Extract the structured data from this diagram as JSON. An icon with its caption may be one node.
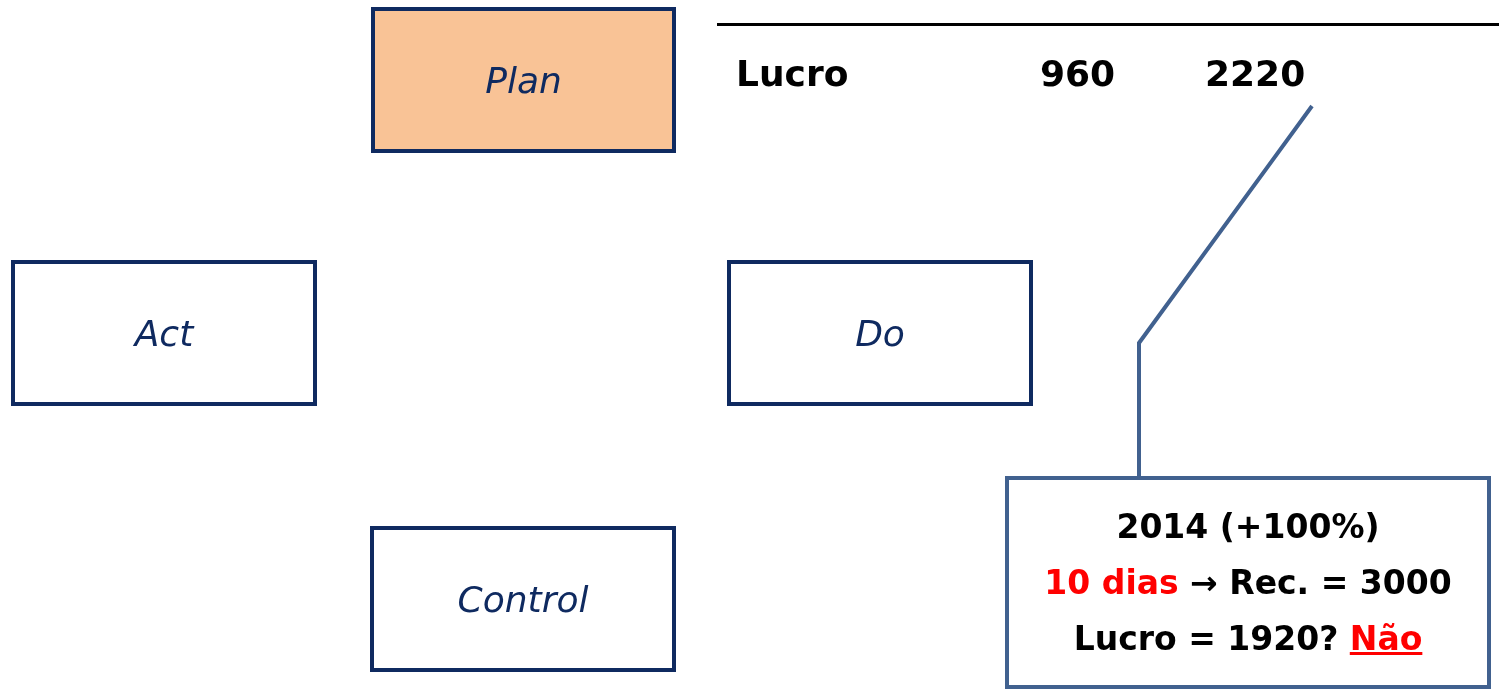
{
  "diagram": {
    "nodes": [
      {
        "text": [
          "Plan"
        ]
      },
      {
        "text": [
          "Act"
        ]
      },
      {
        "text": [
          "Do"
        ]
      },
      {
        "text": [
          "Control"
        ]
      },
      {
        "text": [
          "2220"
        ]
      },
      {
        "text": [
          "2014 (+100%)",
          "*10 dias* → Rec. = 3000",
          "Lucro = 1920? *Não*"
        ]
      }
    ],
    "edges": [
      {
        "from": 5,
        "to": 4,
        "arrow": "none"
      }
    ],
    "labels": [
      "Lucro",
      "960"
    ]
  }
}
